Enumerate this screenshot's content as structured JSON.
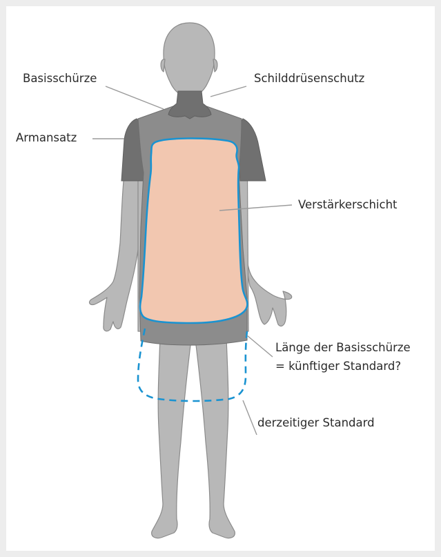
{
  "labels": {
    "basisschuerze": "Basisschürze",
    "schilddruesenschutz": "Schilddrüsenschutz",
    "armansatz": "Armansatz",
    "verstaerkerschicht": "Verstärkerschicht",
    "laenge_line1": "Länge der Basisschürze",
    "laenge_line2": "= künftiger Standard?",
    "derzeitiger_standard": "derzeitiger Standard"
  },
  "colors": {
    "page_border": "#ededed",
    "background": "#ffffff",
    "body": "#b8b8b8",
    "body_outline": "#8a8a8a",
    "apron": "#8c8c8c",
    "apron_dark": "#707070",
    "reinforcement_fill": "#f2c7b0",
    "reinforcement_outline": "#1a93d1",
    "leader_line": "#9a9a9a",
    "text": "#2a2a2a"
  }
}
